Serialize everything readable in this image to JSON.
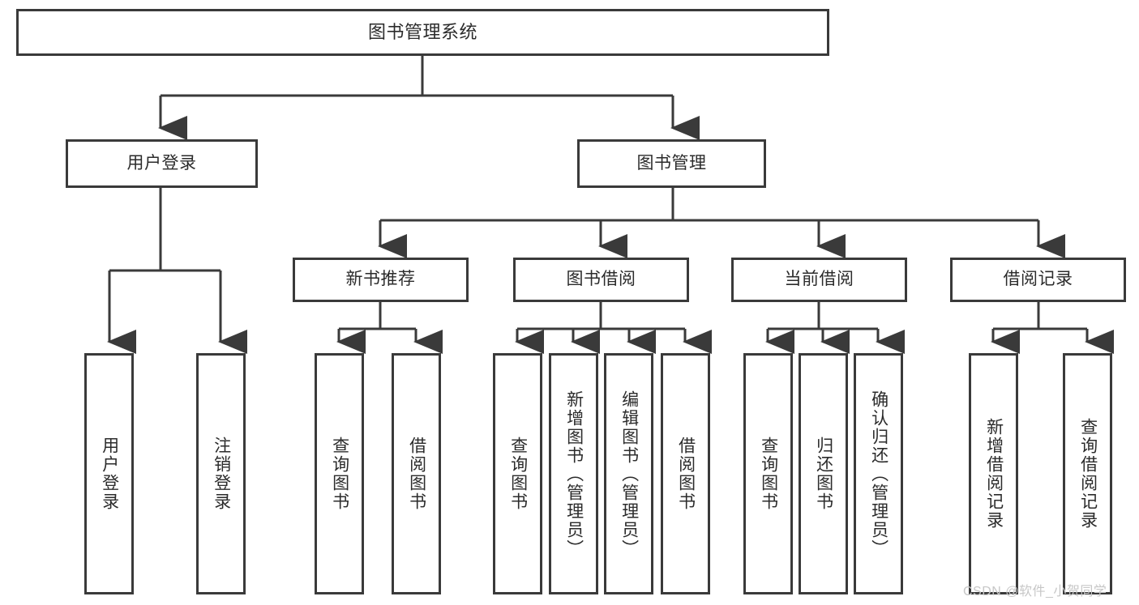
{
  "diagram": {
    "title": "图书管理系统",
    "root": {
      "label": "图书管理系统"
    },
    "level2": [
      {
        "label": "用户登录"
      },
      {
        "label": "图书管理"
      }
    ],
    "level3": [
      {
        "label": "新书推荐"
      },
      {
        "label": "图书借阅"
      },
      {
        "label": "当前借阅"
      },
      {
        "label": "借阅记录"
      }
    ],
    "leaves": {
      "user_login": [
        {
          "label": "用户登录"
        },
        {
          "label": "注销登录"
        }
      ],
      "new_book_recommend": [
        {
          "label": "查询图书"
        },
        {
          "label": "借阅图书"
        }
      ],
      "book_borrow": [
        {
          "label": "查询图书"
        },
        {
          "label": "新增图书（管理员）"
        },
        {
          "label": "编辑图书（管理员）"
        },
        {
          "label": "借阅图书"
        }
      ],
      "current_borrow": [
        {
          "label": "查询图书"
        },
        {
          "label": "归还图书"
        },
        {
          "label": "确认归还（管理员）"
        }
      ],
      "borrow_record": [
        {
          "label": "新增借阅记录"
        },
        {
          "label": "查询借阅记录"
        }
      ]
    }
  },
  "watermark": {
    "text": "CSDN @软件_小贺同学"
  },
  "colors": {
    "border": "#3a3a3a",
    "fill": "#ffffff",
    "text": "#2b2b2b",
    "watermark": "#c7c7c7"
  }
}
